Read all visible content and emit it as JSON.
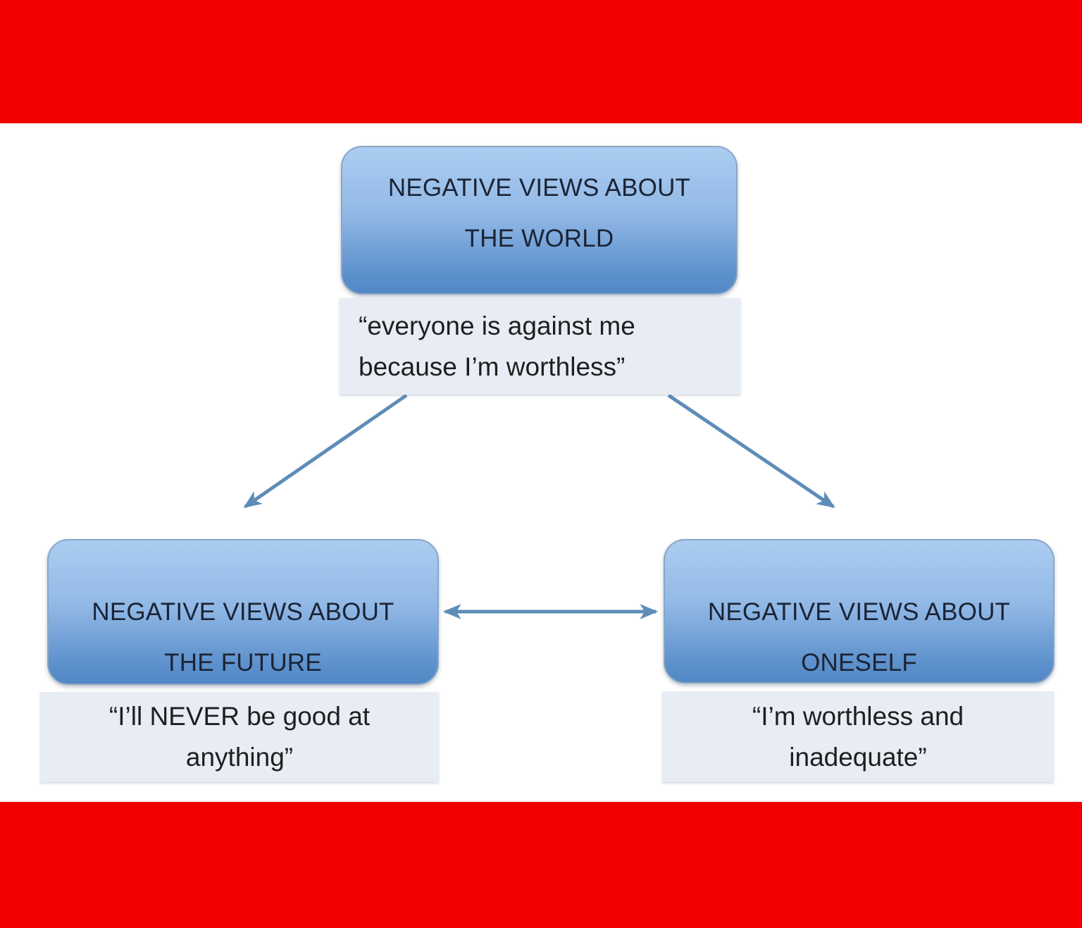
{
  "diagram": {
    "type": "cognitive-triad-flowchart",
    "colors": {
      "band_red": "#f20000",
      "box_gradient_top": "#abcdf1",
      "box_gradient_bottom": "#5188c6",
      "box_border": "#8aa6c4",
      "caption_bg": "#e8ecf4",
      "arrow_blue": "#5e8cb8",
      "title_text": "#1b2435",
      "caption_text": "#1f1f1f"
    },
    "nodes": {
      "world": {
        "title_line1": "NEGATIVE VIEWS ABOUT",
        "title_line2": "THE WORLD",
        "quote_line1": "“everyone is against me",
        "quote_line2": "because I’m worthless”"
      },
      "future": {
        "title_line1": "NEGATIVE VIEWS ABOUT",
        "title_line2": "THE FUTURE",
        "quote_line1": "“I’ll NEVER be good at",
        "quote_line2": "anything”"
      },
      "oneself": {
        "title_line1": "NEGATIVE VIEWS ABOUT",
        "title_line2": "ONESELF",
        "quote_line1": "“I’m worthless and",
        "quote_line2": "inadequate”"
      }
    },
    "arrows": [
      {
        "from": "world",
        "to": "future",
        "direction": "one-way"
      },
      {
        "from": "world",
        "to": "oneself",
        "direction": "one-way"
      },
      {
        "from": "future",
        "to": "oneself",
        "direction": "two-way"
      }
    ]
  }
}
